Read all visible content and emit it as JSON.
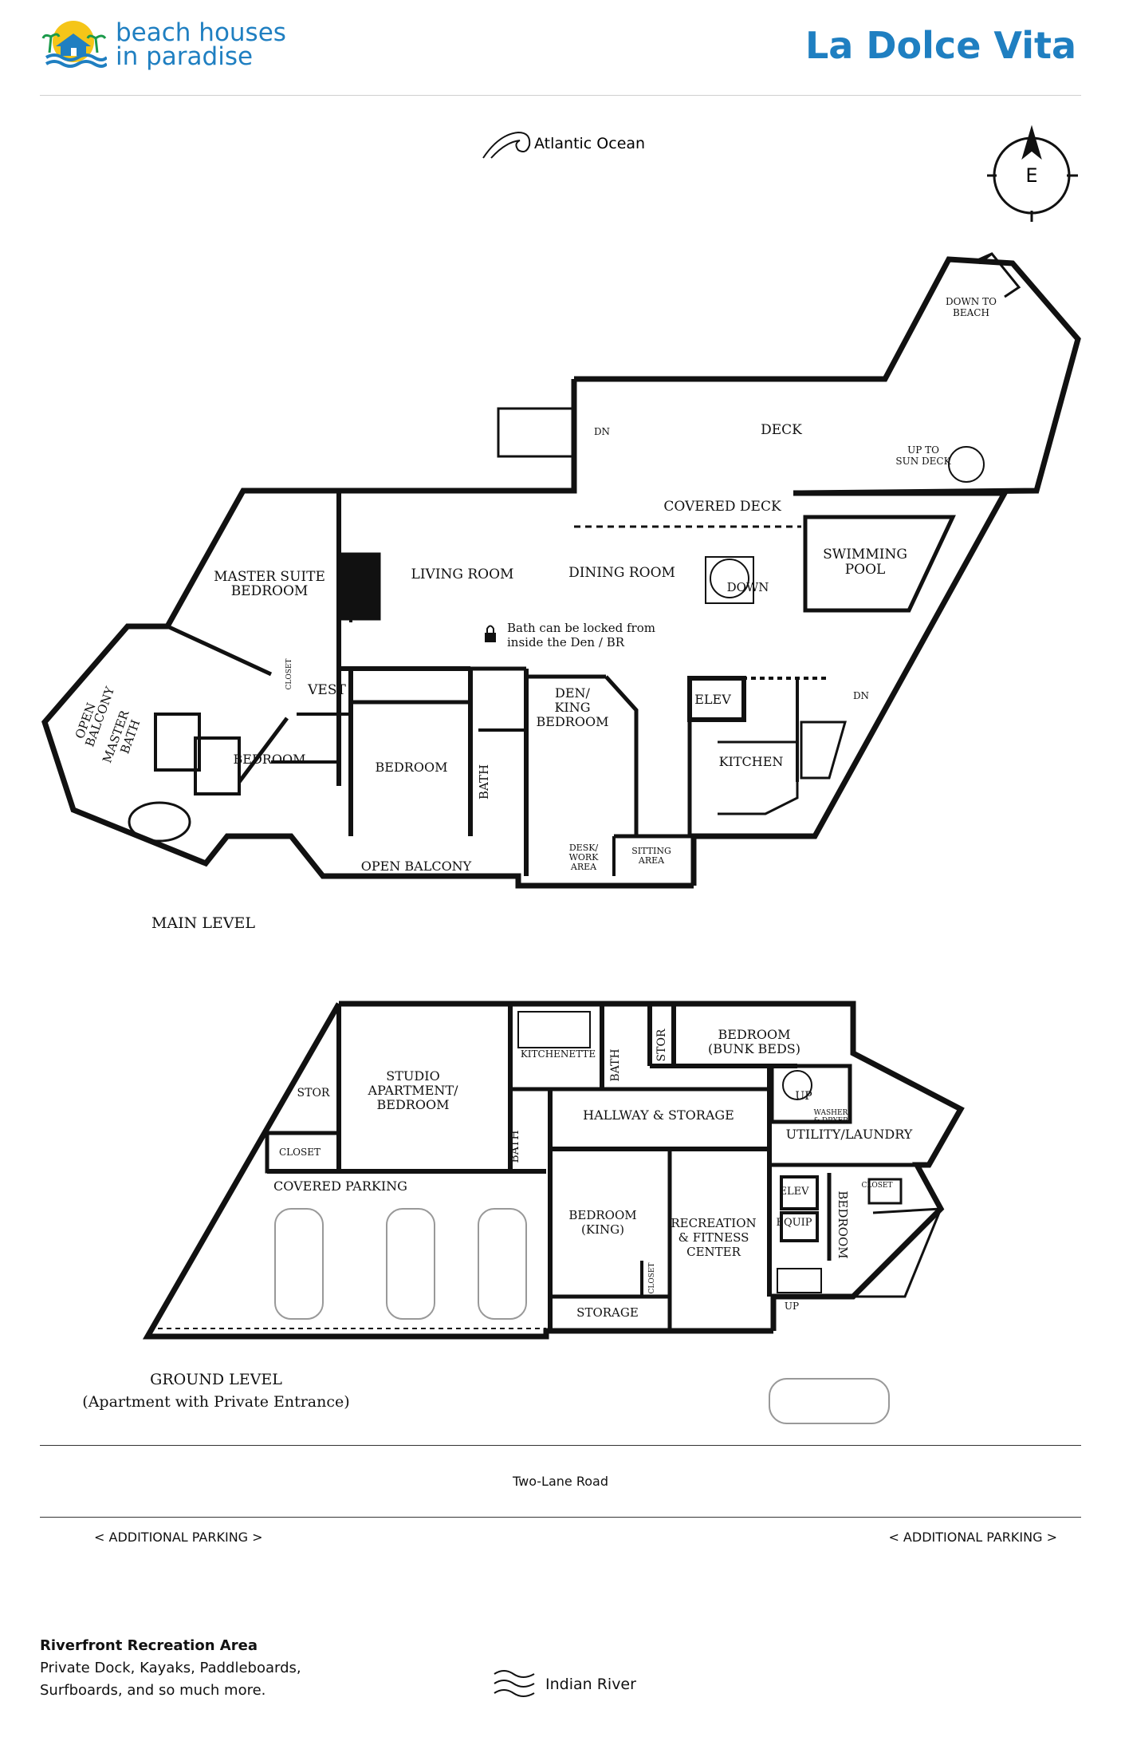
{
  "brand": {
    "line1": "beach houses",
    "line2": "in paradise"
  },
  "property_title": "La Dolce Vita",
  "orientation": {
    "ocean_label": "Atlantic Ocean",
    "compass_letter": "E"
  },
  "main_level": {
    "label": "MAIN LEVEL",
    "rooms": {
      "down_to_beach_1": "DOWN TO",
      "down_to_beach_2": "BEACH",
      "deck": "DECK",
      "dn_left": "DN",
      "up_to_sun_deck_1": "UP TO",
      "up_to_sun_deck_2": "SUN DECK",
      "covered_deck": "COVERED DECK",
      "swimming_pool_1": "SWIMMING",
      "swimming_pool_2": "POOL",
      "master_suite_1": "MASTER SUITE",
      "master_suite_2": "BEDROOM",
      "living_room": "LIVING ROOM",
      "dining_room": "DINING ROOM",
      "down": "DOWN",
      "lock_note_1": "Bath can be locked from",
      "lock_note_2": "inside the Den / BR",
      "open_balcony_left_1": "OPEN",
      "open_balcony_left_2": "BALCONY",
      "master_bath_1": "MASTER",
      "master_bath_2": "BATH",
      "closet": "CLOSET",
      "vest": "VEST",
      "den_1": "DEN/",
      "den_2": "KING",
      "den_3": "BEDROOM",
      "elev": "ELEV",
      "dn_right": "DN",
      "bedroom_small": "BEDROOM",
      "bedroom": "BEDROOM",
      "bath": "BATH",
      "kitchen": "KITCHEN",
      "open_balcony": "OPEN BALCONY",
      "desk_1": "DESK/",
      "desk_2": "WORK",
      "desk_3": "AREA",
      "sitting_1": "SITTING",
      "sitting_2": "AREA"
    }
  },
  "ground_level": {
    "label_1": "GROUND LEVEL",
    "label_2": "(Apartment with Private Entrance)",
    "rooms": {
      "kitchenette": "KITCHENETTE",
      "bath": "BATH",
      "stor": "STOR",
      "bunk_1": "BEDROOM",
      "bunk_2": "(BUNK BEDS)",
      "studio_1": "STUDIO",
      "studio_2": "APARTMENT/",
      "studio_3": "BEDROOM",
      "up": "UP",
      "washer_1": "WASHER",
      "washer_2": "& DRYER",
      "hallway": "HALLWAY & STORAGE",
      "utility": "UTILITY/LAUNDRY",
      "closet": "CLOSET",
      "covered_parking": "COVERED PARKING",
      "elev": "ELEV",
      "equip": "EQUIP",
      "bedroom_vertical": "BEDROOM",
      "king_1": "BEDROOM",
      "king_2": "(KING)",
      "rec_1": "RECREATION",
      "rec_2": "& FITNESS",
      "rec_3": "CENTER",
      "storage": "STORAGE",
      "up2": "UP"
    }
  },
  "road_label": "Two-Lane Road",
  "additional_parking_left": "< ADDITIONAL PARKING >",
  "additional_parking_right": "< ADDITIONAL PARKING >",
  "riverfront": {
    "title": "Riverfront Recreation Area",
    "line1": "Private Dock, Kayaks, Paddleboards,",
    "line2": "Surfboards, and so much more."
  },
  "river_label": "Indian River",
  "colors": {
    "brand_blue": "#1f7fc1",
    "sun_yellow": "#f5c518",
    "wall": "#111111"
  }
}
